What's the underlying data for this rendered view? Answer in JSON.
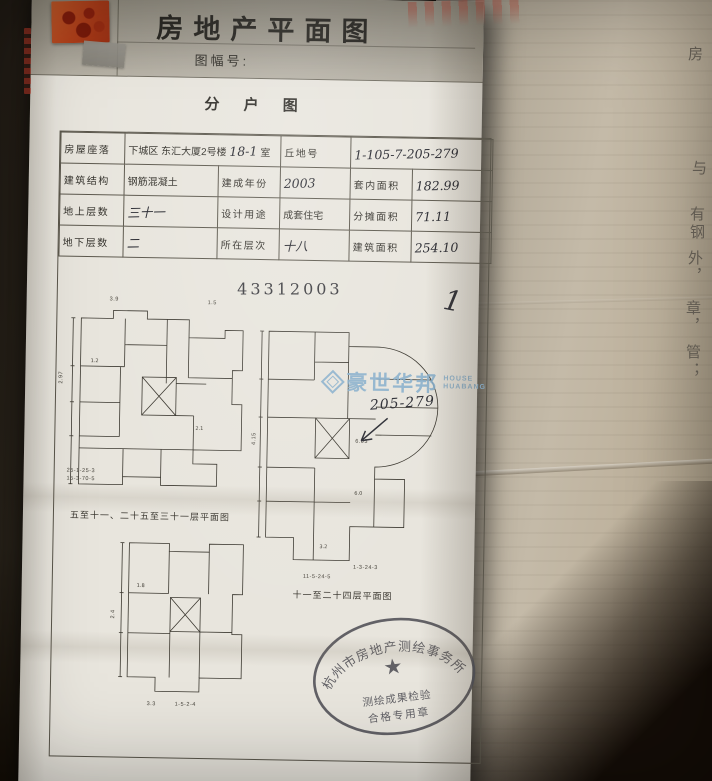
{
  "header": {
    "title": "房地产平面图",
    "sheet_label": "图幅号:"
  },
  "subtitle": "分 户 图",
  "table": {
    "r1c1": "房屋座落",
    "r1c2": "下城区 东汇大厦2号楼",
    "r1c2_hand": "18-1",
    "r1c2_suffix": "室",
    "r1c3": "丘地号",
    "r1c4": "1-105-7-205-279",
    "r2c1": "建筑结构",
    "r2c2": "钢筋混凝土",
    "r2c3": "建成年份",
    "r2c4": "2003",
    "r2c5": "套内面积",
    "r2c6": "182.99",
    "r3c1": "地上层数",
    "r3c2": "三十一",
    "r3c3": "设计用途",
    "r3c4": "成套住宅",
    "r3c5": "分摊面积",
    "r3c6": "71.11",
    "r4c1": "地下层数",
    "r4c2": "二",
    "r4c3": "所在层次",
    "r4c4": "十八",
    "r4c5": "建筑面积",
    "r4c6": "254.10"
  },
  "doc_number": "43312003",
  "plans": {
    "caption_left": "五至十一、二十五至三十一层平面图",
    "caption_right": "十一至二十四层平面图",
    "unit_label": "205-279",
    "check_mark": "1",
    "a_ann": [
      "2.97",
      "3.9",
      "1.5",
      "25-1-25-3",
      "15-3-70-5"
    ],
    "b_ann": [
      "6.03",
      "4.15",
      "1-3-24-3",
      "11-5-24-5"
    ],
    "c_ann": [
      "2.4",
      "3.3",
      "1-5-2-4"
    ]
  },
  "stamp": {
    "arc": "杭州市房地产测绘事务所",
    "line2": "测绘成果检验",
    "line3": "合格专用章",
    "star": "★"
  },
  "watermark": {
    "cn": "豪世华邦",
    "en1": "HOUSE",
    "en2": "HUABANG"
  },
  "bg": {
    "right_edge_chars": [
      "房",
      "与",
      "有钢",
      "外，",
      "章，",
      "管；"
    ]
  },
  "colors": {
    "paper": "#e8e5dd",
    "background": "#241e18",
    "stamp_ink": "#4b4b52",
    "watermark_blue": "#86aecb",
    "sticker_red": "#b23f1a"
  }
}
